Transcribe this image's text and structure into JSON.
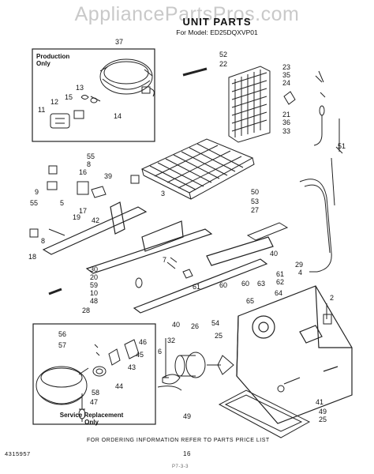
{
  "watermark": "AppliancePartsPros.com",
  "header": {
    "title": "UNIT PARTS",
    "model": "For Model: ED25DQXVP01"
  },
  "boxes": {
    "production": [
      "Production",
      "Only"
    ],
    "service": [
      "Service Replacement",
      "Only"
    ]
  },
  "footer": {
    "note": "FOR ORDERING INFORMATION REFER TO PARTS PRICE LIST",
    "doc_number": "4315957",
    "page_number": "16",
    "small_code": "P7-3-3"
  },
  "callouts": [
    "37",
    "52",
    "22",
    "23",
    "35",
    "24",
    "12",
    "13",
    "15",
    "11",
    "14",
    "21",
    "36",
    "33",
    "51",
    "55",
    "8",
    "16",
    "9",
    "39",
    "5",
    "17",
    "19",
    "42",
    "55",
    "3",
    "50",
    "53",
    "27",
    "29",
    "4",
    "40",
    "61",
    "62",
    "7",
    "60",
    "63",
    "30",
    "20",
    "59",
    "10",
    "48",
    "28",
    "18",
    "8",
    "61",
    "60",
    "40",
    "26",
    "54",
    "2",
    "25",
    "56",
    "57",
    "32",
    "46",
    "45",
    "43",
    "44",
    "58",
    "47",
    "6",
    "41",
    "49",
    "25",
    "49",
    "64",
    "65"
  ]
}
